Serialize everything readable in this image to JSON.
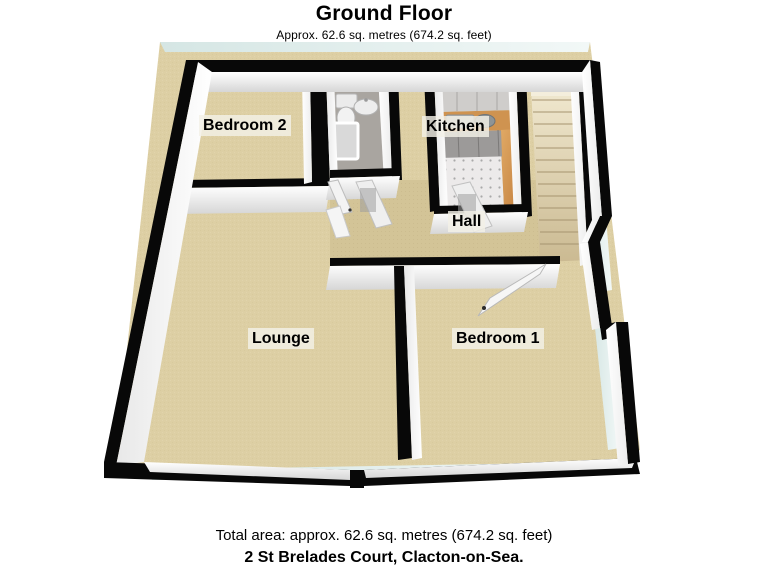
{
  "header": {
    "title": "Ground Floor",
    "subtitle": "Approx. 62.6 sq. metres (674.2 sq. feet)"
  },
  "footer": {
    "total_area": "Total area: approx. 62.6 sq. metres (674.2 sq. feet)",
    "address": "2 St Brelades Court, Clacton-on-Sea."
  },
  "rooms": [
    {
      "id": "bedroom-2",
      "label": "Bedroom 2"
    },
    {
      "id": "kitchen",
      "label": "Kitchen"
    },
    {
      "id": "hall",
      "label": "Hall"
    },
    {
      "id": "lounge",
      "label": "Lounge"
    },
    {
      "id": "bedroom-1",
      "label": "Bedroom 1"
    }
  ],
  "features": {
    "staircase": "staircase",
    "kitchen_sink": "sink",
    "kitchen_counter": "counter",
    "toilet": "wc",
    "wash_basin": "basin",
    "bath": "bath",
    "doors": "doors"
  },
  "colors": {
    "background": "#ffffff",
    "wall_outline": "#050505",
    "wall_face_light": "#fdfdfd",
    "wall_face_shade": "#dcdcdc",
    "floor_carpet": "#ddcfa4",
    "floor_carpet_dark": "#cdbd8e",
    "kitchen_tile": "#e7e7e7",
    "wood_floor": "#d59a56",
    "counter_top": "#cf9350",
    "stair_tread": "#ddd0ab",
    "glass_tint": "#dfe9e8",
    "text": "#000000",
    "label_bg": "rgba(243,240,230,0.82)"
  }
}
